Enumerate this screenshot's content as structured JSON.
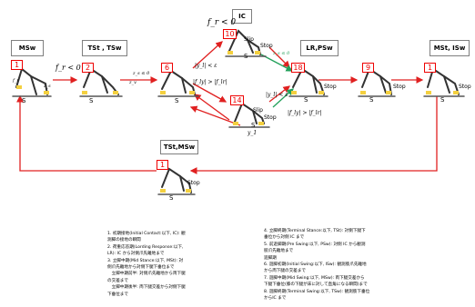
{
  "states": {
    "msw_left": {
      "label": "MSw",
      "num": "1"
    },
    "tst_tsw": {
      "label": "TSt , TSw",
      "num": "2"
    },
    "s6": {
      "num": "6"
    },
    "ic": {
      "label": "IC",
      "num": "10"
    },
    "s14": {
      "num": "14"
    },
    "lr_psw": {
      "label": "LR,PSw",
      "num": "18"
    },
    "s9": {
      "num": "9"
    },
    "mst_isw": {
      "label": "MSt, ISw",
      "num": "1"
    },
    "tst_msw": {
      "label": "TSt,MSw",
      "num": "1"
    }
  },
  "conditions": {
    "fr_lt0_left": "f_r < 0",
    "fr_lt0_top": "f_r < 0",
    "zs_le0": "z_s ≤ 0",
    "yl_lt_eps_top": "|y_l| < ε",
    "yl_lt_eps_right": "|y_l| < ε",
    "fly_gt_top": "|f_ly| > |f_lr|",
    "fly_gt_bottom": "|f_ly| > |f_lr|",
    "zs_le0_green": "z_s ≤ 0",
    "y1": "y_1"
  },
  "figure_labels": {
    "S": "S",
    "stop": "Stop",
    "slip": "Slip",
    "fr": "f_r",
    "zs": "z_s",
    "zv": "z_v"
  },
  "notes": {
    "left": [
      "1. 初期接地(Initial Contact:以下, IC): 観",
      "測脚の接地の瞬間",
      "2. 荷重応答期(Lording Response:以下,",
      "LR): IC から対側爪先離地まで",
      "3. 立脚中期(Mid Stance:以下, MSt): 対",
      "側爪先離地から対側下腿下垂位まで",
      "　立脚中期前半: 対側爪先離地から両下腿",
      "の交差まで",
      "　立脚中期後半: 両下腿交差から対側下腿",
      "下垂位まで"
    ],
    "right": [
      "4. 立脚終期(Terminal Stance:以下, TSt): 対側下腿下",
      "垂位から対側 IC まで",
      "5. 前遊脚期(Pre Swing:以下, PSw): 対側 IC から観測",
      "肢爪先離地まで",
      "遊脚期",
      "6. 遊脚初期(Initial Swing:以下, ISw): 観測肢爪先離地",
      "から両下腿の交差まで",
      "7. 遊脚中期(Mid Swing:以下, MSw): 両下腿交差から",
      "下腿下垂位(膝の下腿が床に対して直角になる瞬間)まで",
      "8. 遊脚終期(Terminal Swing:以下, TSw): 観測肢下垂位",
      "からIC まで"
    ]
  }
}
